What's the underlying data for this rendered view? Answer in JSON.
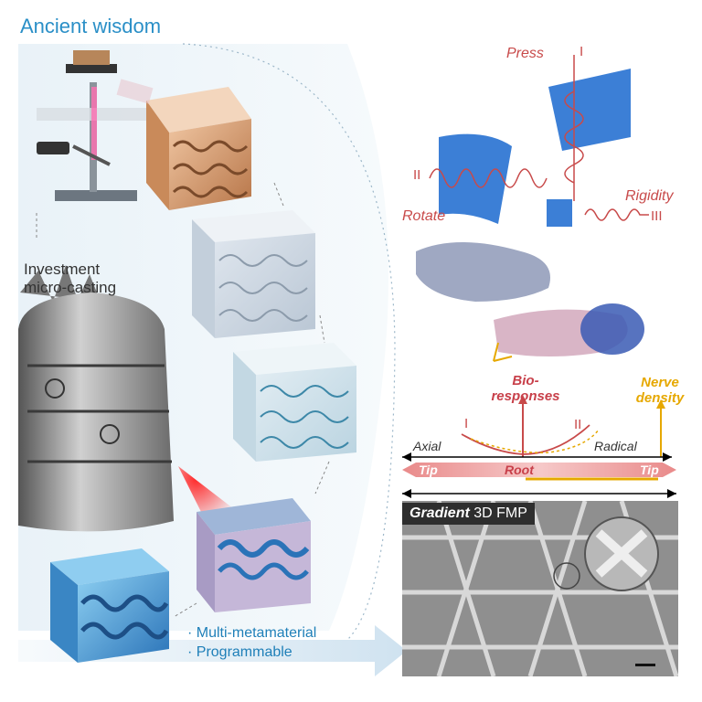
{
  "title": "Ancient wisdom",
  "left": {
    "casting_label_line1": "Investment",
    "casting_label_line2": "micro-casting",
    "bullets": [
      "· Multi-metamaterial",
      "· Programmable"
    ]
  },
  "right": {
    "press": "Press",
    "rotate": "Rotate",
    "rigidity": "Rigidity",
    "roman_one": "I",
    "roman_two": "II",
    "roman_three": "III",
    "bio_line1": "Bio-",
    "bio_line2": "responses",
    "nerve_line1": "Nerve",
    "nerve_line2": "density",
    "axial": "Axial",
    "radical": "Radical",
    "tip_left": "Tip",
    "root": "Root",
    "tip_right": "Tip",
    "curve_one": "I",
    "curve_two": "II",
    "micro_bold": "Gradient",
    "micro_rest": "3D FMP"
  },
  "colors": {
    "accent_blue": "#2a8fc7",
    "red": "#c84a4a",
    "gold": "#e6a800",
    "lattice_blue": "#3c7fd6",
    "copper": "#c98a5a"
  }
}
